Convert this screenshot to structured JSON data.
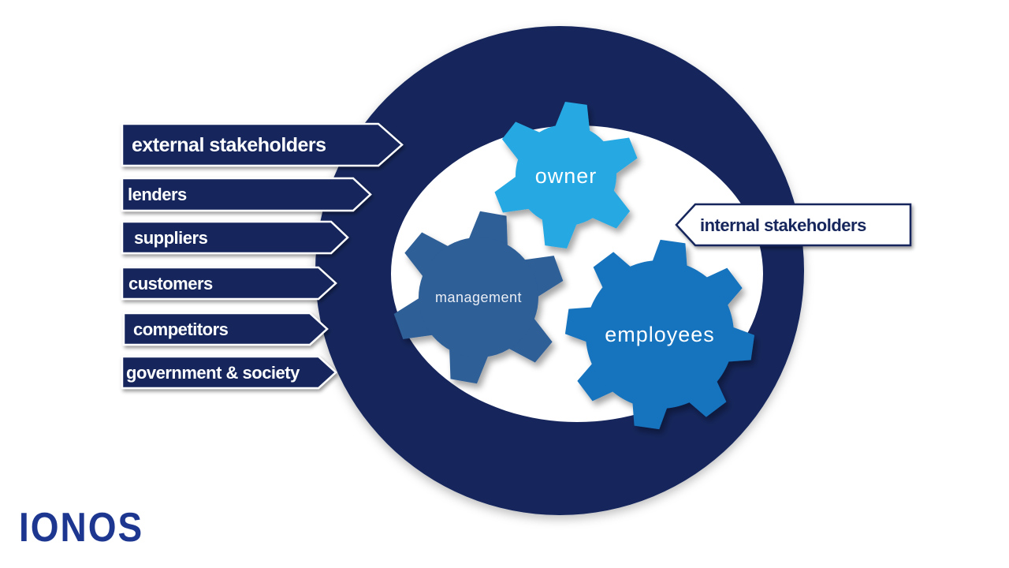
{
  "page": {
    "background": "#FFFFFF",
    "description": "Stakeholder diagram: external stakeholders point into a dark ring, internal stakeholders shown as interlocking gears"
  },
  "colors": {
    "ring_navy": "#12265C",
    "inner_circle": "#FFFFFF",
    "owner_gear": "#27A8E3",
    "management_gear": "#2F5E97",
    "employees_gear": "#1673BE",
    "label_text": "#FFFFFF",
    "sign_text": "#12265C",
    "logo_blue": "#1D3790"
  },
  "external_stakeholders": {
    "header": "external stakeholders",
    "items": [
      "lenders",
      "suppliers",
      "customers",
      "competitors",
      "government & society"
    ]
  },
  "internal_stakeholders": {
    "header": "internal stakeholders",
    "gears": [
      {
        "label": "owner"
      },
      {
        "label": "management"
      },
      {
        "label": "employees"
      }
    ]
  },
  "logo": {
    "text": "IONOS"
  }
}
